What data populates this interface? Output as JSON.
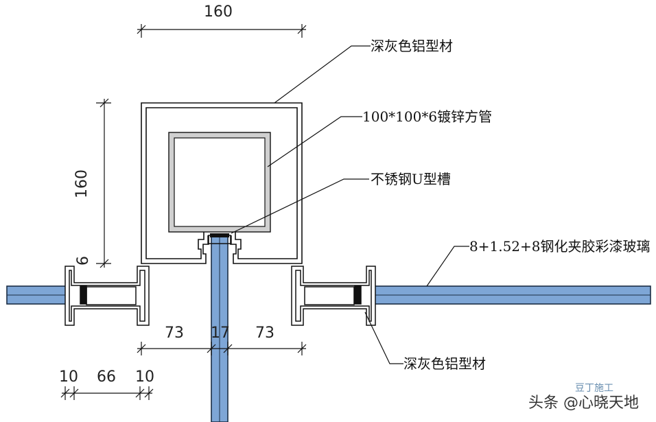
{
  "dimensions": {
    "top_width": "160",
    "left_height": "160",
    "small_offset": "6",
    "mid_left": "73",
    "mid_center": "17",
    "mid_right": "73",
    "bottom_a": "10",
    "bottom_b": "66",
    "bottom_c": "10"
  },
  "labels": {
    "top_profile": "深灰色铝型材",
    "square_tube": "100*100*6镀锌方管",
    "u_channel": "不锈钢U型槽",
    "glass": "8+1.52+8钢化夹胶彩漆玻璃",
    "bottom_profile": "深灰色铝型材"
  },
  "watermark": {
    "text": "头条 @心晓天地",
    "faint": "豆丁施工"
  },
  "colors": {
    "glass": "#7ea6d6",
    "line": "#111111",
    "tube": "#999999"
  }
}
